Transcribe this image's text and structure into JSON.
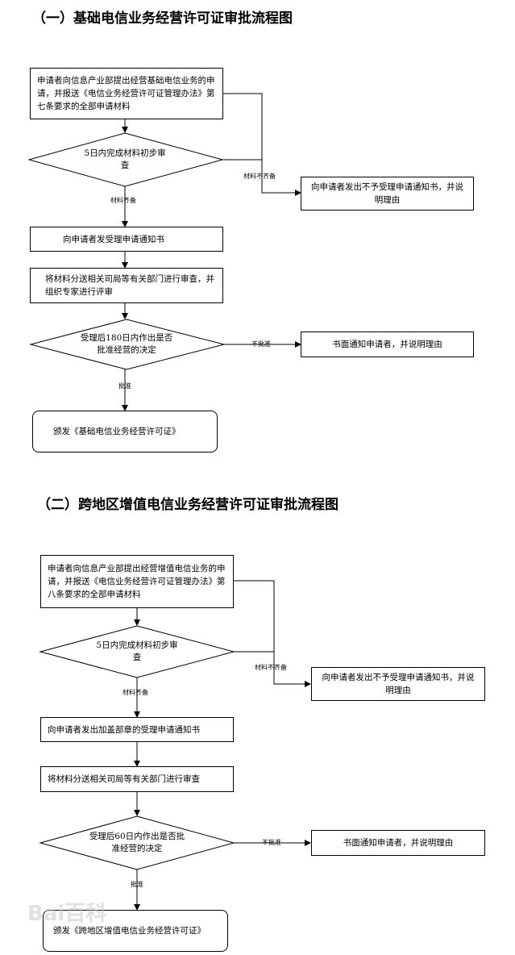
{
  "sections": [
    {
      "title": "（一）基础电信业务经营许可证审批流程图",
      "steps": {
        "apply": "申请者向信息产业部提出经营基础电信业务的申请，并报送《电信业务经营许可证管理办法》第七条要求的全部申请材料",
        "check": "5日内完成材料初步审查",
        "reject_notice": "向申请者发出不予受理申请通知书，并说明理由",
        "accept_notice": "向申请者发受理申请通知书",
        "review": "将材料分送相关司局等有关部门进行审查，并组织专家进行评审",
        "decide": "受理后180日内作出是否批准经营的决定",
        "deny_notice": "书面通知申请者，并说明理由",
        "issue": "颁发《基础电信业务经营许可证》"
      },
      "labels": {
        "incomplete": "材料不齐备",
        "complete": "材料齐备",
        "not_approved": "不批准",
        "approved": "批准"
      }
    },
    {
      "title": "（二）跨地区增值电信业务经营许可证审批流程图",
      "steps": {
        "apply": "申请者向信息产业部提出经营增值电信业务的申请，并报送《电信业务经营许可证管理办法》第八条要求的全部申请材料",
        "check": "5日内完成材料初步审查",
        "reject_notice": "向申请者发出不予受理申请通知书，并说明理由",
        "accept_notice": "向申请者发出加盖部章的受理申请通知书",
        "review": "将材料分送相关司局等有关部门进行审查",
        "decide": "受理后60日内作出是否批准经营的决定",
        "deny_notice": "书面通知申请者，并说明理由",
        "issue": "颁发《跨地区增值电信业务经营许可证》"
      },
      "labels": {
        "incomplete": "材料不齐备",
        "complete": "材料齐备",
        "not_approved": "不批准",
        "approved": "批准"
      }
    }
  ],
  "watermark": "Bai百科"
}
